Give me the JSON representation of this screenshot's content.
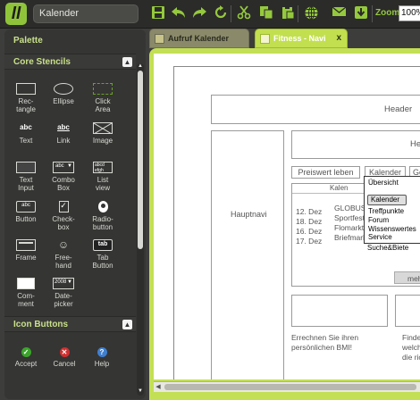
{
  "topbar": {
    "logo_letter": "ll",
    "document_name": "Kalender",
    "zoom_label": "Zoom:",
    "zoom_value": "100%",
    "tools": [
      "save-icon",
      "undo-icon",
      "redo-icon",
      "refresh-icon",
      "cut-icon",
      "copy-icon",
      "paste-icon",
      "globe-icon",
      "mail-icon",
      "download-icon"
    ]
  },
  "palette": {
    "title": "Palette",
    "core_section": "Core Stencils",
    "collapse_glyph": "▲",
    "stencils": [
      {
        "label": "Rec-\ntangle",
        "icon_text": ""
      },
      {
        "label": "Ellipse",
        "icon_text": ""
      },
      {
        "label": "Click\nArea",
        "icon_text": ""
      },
      {
        "label": "Text",
        "icon_text": "abc"
      },
      {
        "label": "Link",
        "icon_text": "abc"
      },
      {
        "label": "Image",
        "icon_text": ""
      },
      {
        "label": "Text\nInput",
        "icon_text": ""
      },
      {
        "label": "Combo\nBox",
        "icon_text": "abc"
      },
      {
        "label": "List\nview",
        "icon_text": "abcd efgh"
      },
      {
        "label": "Button",
        "icon_text": "abc"
      },
      {
        "label": "Check-\nbox",
        "icon_text": "✓"
      },
      {
        "label": "Radio-\nbutton",
        "icon_text": ""
      },
      {
        "label": "Frame",
        "icon_text": ""
      },
      {
        "label": "Free-\nhand",
        "icon_text": "☺"
      },
      {
        "label": "Tab\nButton",
        "icon_text": "tab"
      },
      {
        "label": "Com-\nment",
        "icon_text": ""
      },
      {
        "label": "Date-\npicker",
        "icon_text": "2008"
      }
    ],
    "icon_section": "Icon Buttons",
    "icon_buttons": [
      {
        "label": "Accept",
        "glyph": "✓",
        "color": "#3aa52a"
      },
      {
        "label": "Cancel",
        "glyph": "✕",
        "color": "#d03030"
      },
      {
        "label": "Help",
        "glyph": "?",
        "color": "#3f7fd0"
      }
    ]
  },
  "tabs": [
    {
      "label": "Aufruf Kalender",
      "active": false
    },
    {
      "label": "Fitness - Navi",
      "active": true,
      "close": "x"
    }
  ],
  "mockup": {
    "header": "Header",
    "header2": "He",
    "hauptnavi": "Hauptnavi",
    "buttons": [
      "Preiswert leben",
      "Kalender",
      "Ge"
    ],
    "calendar_title": "Kalen",
    "dates": [
      "12. Dez",
      "18. Dez",
      "16. Dez",
      "17. Dez"
    ],
    "events": [
      "GLOBUS",
      "Sportfest",
      "Flomarkt",
      "Briefmark"
    ],
    "more_button": "meh",
    "dropdown_items": [
      "Übersicht",
      "Kalender",
      "Treffpunkte",
      "Forum",
      " Wissenswertes",
      "Service",
      "Suche&Biete"
    ],
    "bmi_text": [
      "Errechnen Sie ihren",
      "persönlichen BMI!"
    ],
    "right_text": [
      "Finde",
      "welch",
      "die ric"
    ]
  }
}
